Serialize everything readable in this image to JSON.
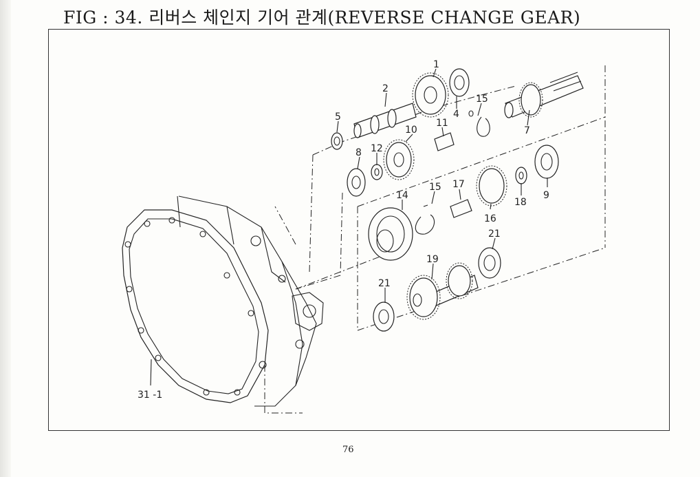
{
  "figure": {
    "title": "FIG : 34. 리버스 체인지 기어 관계(REVERSE CHANGE GEAR)",
    "page_number": "76"
  },
  "callouts": [
    {
      "id": "c1",
      "label": "1"
    },
    {
      "id": "c2",
      "label": "2"
    },
    {
      "id": "c4",
      "label": "4"
    },
    {
      "id": "c5",
      "label": "5"
    },
    {
      "id": "c7",
      "label": "7"
    },
    {
      "id": "c8",
      "label": "8"
    },
    {
      "id": "c9",
      "label": "9"
    },
    {
      "id": "c10",
      "label": "10"
    },
    {
      "id": "c11",
      "label": "11"
    },
    {
      "id": "c12",
      "label": "12"
    },
    {
      "id": "c14",
      "label": "14"
    },
    {
      "id": "c15a",
      "label": "15"
    },
    {
      "id": "c15b",
      "label": "15"
    },
    {
      "id": "c16",
      "label": "16"
    },
    {
      "id": "c17",
      "label": "17"
    },
    {
      "id": "c18",
      "label": "18"
    },
    {
      "id": "c19",
      "label": "19"
    },
    {
      "id": "c21a",
      "label": "21"
    },
    {
      "id": "c21b",
      "label": "21"
    },
    {
      "id": "c31",
      "label": "31 -1"
    }
  ]
}
